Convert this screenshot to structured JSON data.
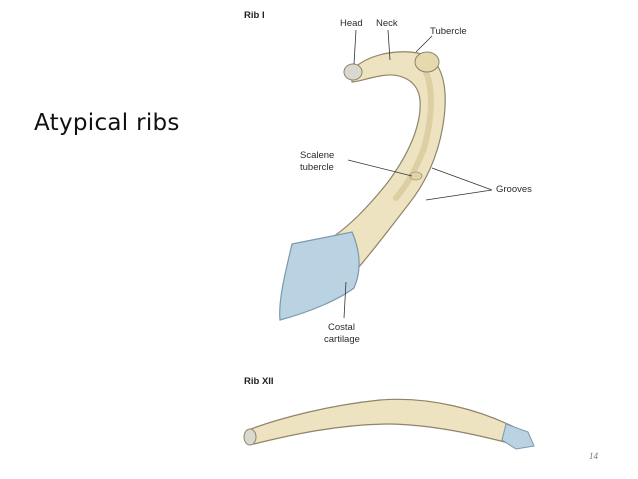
{
  "slide": {
    "title": "Atypical ribs",
    "page_number": "14"
  },
  "figure": {
    "rib1": {
      "heading": "Rib I",
      "labels": {
        "head": "Head",
        "neck": "Neck",
        "tubercle": "Tubercle",
        "scalene_tubercle_line1": "Scalene",
        "scalene_tubercle_line2": "tubercle",
        "grooves": "Grooves",
        "costal_cartilage_line1": "Costal",
        "costal_cartilage_line2": "cartilage"
      }
    },
    "rib12": {
      "heading": "Rib XII"
    }
  },
  "colors": {
    "bone": "#ede3c0",
    "bone_shade": "#d8c99b",
    "cartilage": "#b9d3e3",
    "outline": "#8f8467",
    "leader_line": "#333333"
  }
}
